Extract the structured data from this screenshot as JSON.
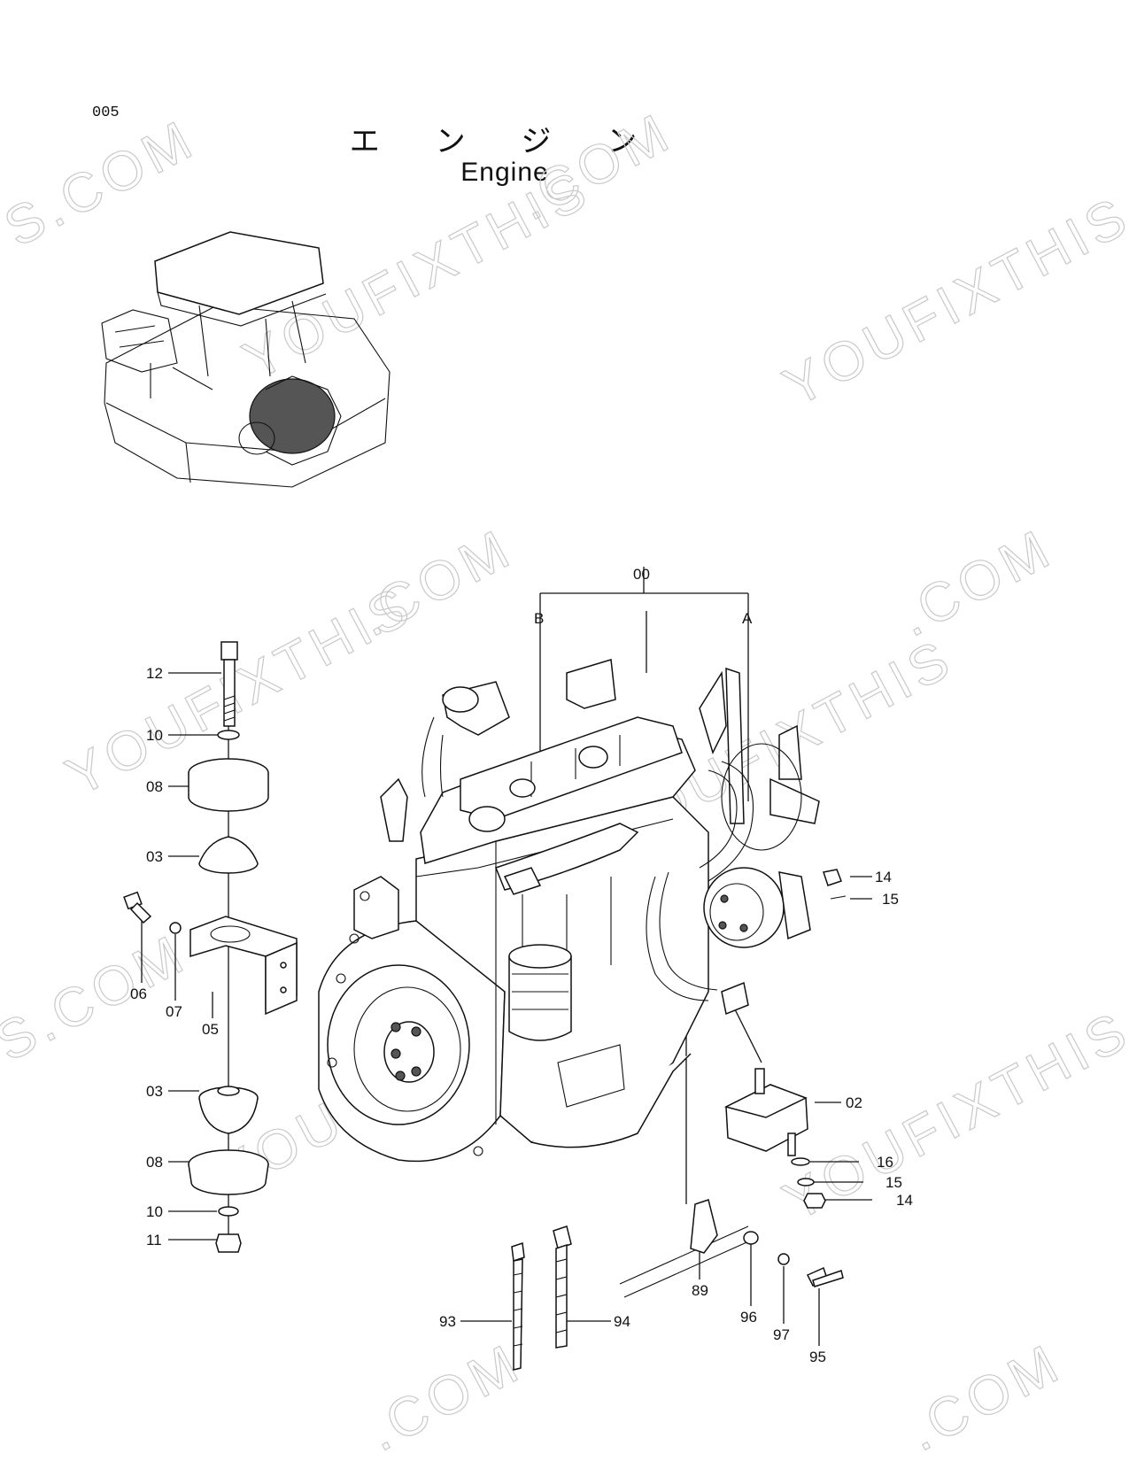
{
  "page": {
    "page_number": "005",
    "title_jp": "エ ン ジ ン",
    "title_en": "Engine"
  },
  "watermark": {
    "text_a": "YOUFIXTHIS",
    "text_b": ".COM",
    "text_c": "S.COM"
  },
  "callouts": {
    "c00": "00",
    "A": "A",
    "B": "B",
    "c12": "12",
    "c10a": "10",
    "c08a": "08",
    "c03a": "03",
    "c06": "06",
    "c07": "07",
    "c05": "05",
    "c03b": "03",
    "c08b": "08",
    "c10b": "10",
    "c11": "11",
    "c14a": "14",
    "c15a": "15",
    "c02": "02",
    "c16": "16",
    "c15b": "15",
    "c14b": "14",
    "c89": "89",
    "c96": "96",
    "c97": "97",
    "c95": "95",
    "c93": "93",
    "c94": "94"
  }
}
